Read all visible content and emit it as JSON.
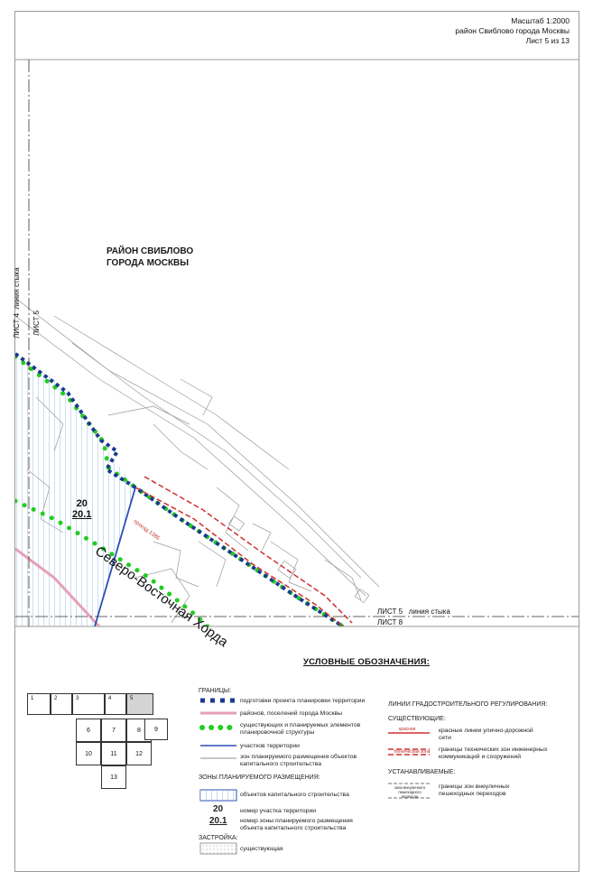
{
  "header": {
    "scale": "Масштаб 1:2000",
    "district": "район Свиблово города Москвы",
    "sheet": "Лист 5 из 13"
  },
  "map": {
    "district_label_line1": "РАЙОН СВИБЛОВО",
    "district_label_line2": "ГОРОДА МОСКВЫ",
    "sheet_left_top": "ЛИСТ 4",
    "sheet_left_bottom": "ЛИСТ 5",
    "stitch_line_left": "линия стыка",
    "sheet_right_top": "ЛИСТ 5",
    "stitch_line_right": "линия стыка",
    "sheet_right_bottom": "ЛИСТ 8",
    "zone_number": "20",
    "zone_sub_number": "20.1",
    "road_name": "Северо-Восточная Хорда",
    "road_small": "проезд 1385"
  },
  "legend": {
    "title": "УСЛОВНЫЕ ОБОЗНАЧЕНИЯ:",
    "borders_heading": "ГРАНИЦЫ:",
    "items": [
      {
        "label": "подготовки проекта планировки территории"
      },
      {
        "label": "районов, поселений города Москвы"
      },
      {
        "label": "существующих и планируемых элементов",
        "label2": "планировочной структуры"
      },
      {
        "label": "участков территории"
      },
      {
        "label": "зон планируемого размещения объектов",
        "label2": "капитального строительства"
      }
    ],
    "zones_heading": "ЗОНЫ ПЛАНИРУЕМОГО РАЗМЕЩЕНИЯ:",
    "zones_item": "объектов капитального строительства",
    "number_sample": "20",
    "number_label": "номер участка территории",
    "subnumber_sample": "20.1",
    "subnumber_label": "номер зоны планируемого размещения",
    "subnumber_label2": "объекта капитального строительства",
    "building_heading": "ЗАСТРОЙКА:",
    "building_item": "существующая",
    "lines_heading": "ЛИНИИ ГРАДОСТРОИТЕЛЬНОГО РЕГУЛИРОВАНИЯ:",
    "existing_heading": "СУЩЕСТВУЮЩИЕ:",
    "red_lines": "красные линии улично-дорожной",
    "red_lines2": "сети",
    "red_sample": "красная",
    "tech_zone": "границы технических зон инженерных",
    "tech_zone2": "коммуникаций и сооружений",
    "tech_sample": "техническая зона",
    "established_heading": "УСТАНАВЛИВАЕМЫЕ:",
    "ped_sample": "зона внеуличного пешеходного перехода",
    "ped_zone": "границы зон внеуличных",
    "ped_zone2": "пешеходных переходов"
  },
  "index_grid": {
    "cells": [
      "1",
      "2",
      "3",
      "4",
      "5",
      "6",
      "7",
      "8",
      "9",
      "10",
      "11",
      "12",
      "13"
    ],
    "current": "5"
  },
  "colors": {
    "blue_border": "#1a3a8c",
    "green_dots": "#22cc22",
    "pink": "#e6a0b4",
    "red": "#d03030",
    "zone_blue": "#2b4fb5",
    "hatch": "#8fb4e0"
  }
}
